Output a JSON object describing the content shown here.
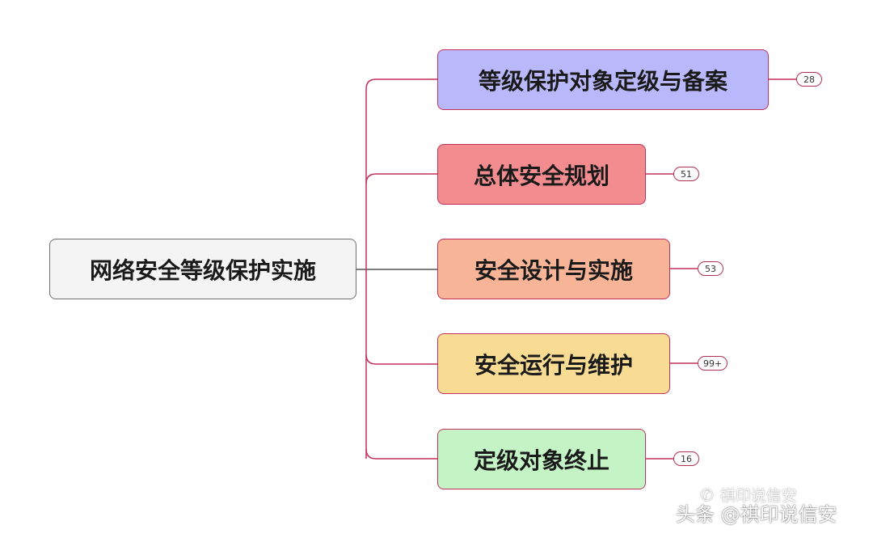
{
  "mindmap": {
    "root": {
      "label": "网络安全等级保护实施"
    },
    "branches": [
      {
        "label": "等级保护对象定级与备案",
        "count": "28",
        "color": "#b8b8fb"
      },
      {
        "label": "总体安全规划",
        "count": "51",
        "color": "#f28c8e"
      },
      {
        "label": "安全设计与实施",
        "count": "53",
        "color": "#f8b496"
      },
      {
        "label": "安全运行与维护",
        "count": "99+",
        "color": "#f8dc94"
      },
      {
        "label": "定级对象终止",
        "count": "16",
        "color": "#c4f4c6"
      }
    ],
    "connector_color": "#c0305a",
    "root_connector_color": "#555555"
  },
  "watermark": {
    "top_text": "祺印说信安",
    "bottom_text": "头条 @祺印说信安",
    "icon": "wechat-icon"
  }
}
